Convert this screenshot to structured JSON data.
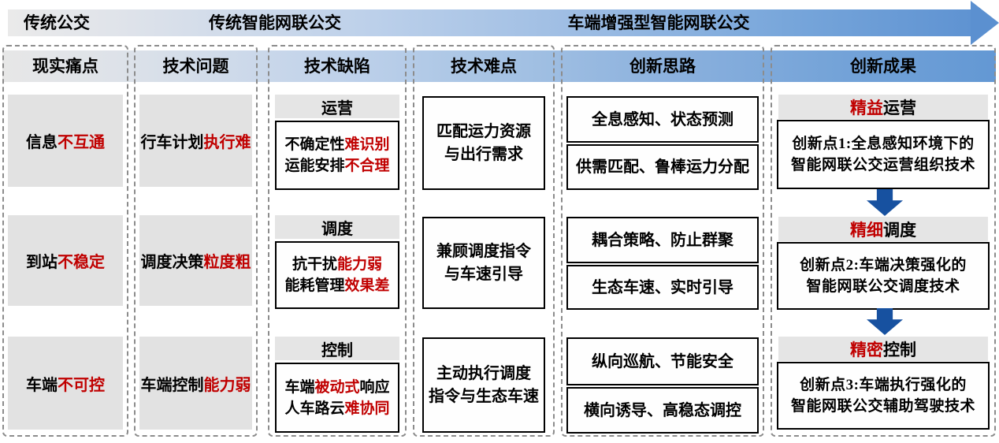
{
  "phases": [
    {
      "label": "传统公交"
    },
    {
      "label": "传统智能网联公交"
    },
    {
      "label": "车端增强型智能网联公交"
    }
  ],
  "columns": {
    "pain": {
      "header": "现实痛点",
      "rows": [
        {
          "text": [
            {
              "t": "信息"
            },
            {
              "t": "不互通",
              "red": true
            }
          ]
        },
        {
          "text": [
            {
              "t": "到站"
            },
            {
              "t": "不稳定",
              "red": true
            }
          ]
        },
        {
          "text": [
            {
              "t": "车端"
            },
            {
              "t": "不可控",
              "red": true
            }
          ]
        }
      ]
    },
    "problem": {
      "header": "技术问题",
      "rows": [
        {
          "text": [
            {
              "t": "行车计划"
            },
            {
              "t": "执行难",
              "red": true
            }
          ]
        },
        {
          "text": [
            {
              "t": "调度决策"
            },
            {
              "t": "粒度粗",
              "red": true
            }
          ]
        },
        {
          "text": [
            {
              "t": "车端控制"
            },
            {
              "t": "能力弱",
              "red": true
            }
          ]
        }
      ]
    },
    "defect": {
      "header": "技术缺陷",
      "rows": [
        {
          "label": "运营",
          "line1": [
            {
              "t": "不确定性"
            },
            {
              "t": "难识别",
              "red": true
            }
          ],
          "line2": [
            {
              "t": "运能安排"
            },
            {
              "t": "不合理",
              "red": true
            }
          ]
        },
        {
          "label": "调度",
          "line1": [
            {
              "t": "抗干扰"
            },
            {
              "t": "能力弱",
              "red": true
            }
          ],
          "line2": [
            {
              "t": "能耗管理"
            },
            {
              "t": "效果差",
              "red": true
            }
          ]
        },
        {
          "label": "控制",
          "line1": [
            {
              "t": "车端"
            },
            {
              "t": "被动式",
              "red": true
            },
            {
              "t": "响应"
            }
          ],
          "line2": [
            {
              "t": "人车路云"
            },
            {
              "t": "难协同",
              "red": true
            }
          ]
        }
      ]
    },
    "difficulty": {
      "header": "技术难点",
      "rows": [
        {
          "line1": "匹配运力资源",
          "line2": "与出行需求"
        },
        {
          "line1": "兼顾调度指令",
          "line2": "与车速引导"
        },
        {
          "line1": "主动执行调度",
          "line2": "指令与生态车速"
        }
      ]
    },
    "idea": {
      "header": "创新思路",
      "rows": [
        {
          "box1": "全息感知、状态预测",
          "box2": "供需匹配、鲁棒运力分配"
        },
        {
          "box1": "耦合策略、防止群聚",
          "box2": "生态车速、实时引导"
        },
        {
          "box1": "纵向巡航、节能安全",
          "box2": "横向诱导、高稳态调控"
        }
      ]
    },
    "result": {
      "header": "创新成果",
      "rows": [
        {
          "title": [
            {
              "t": "精益",
              "red": true
            },
            {
              "t": "运营"
            }
          ],
          "line1": "创新点1:全息感知环境下的",
          "line2": "智能网联公交运营组织技术"
        },
        {
          "title": [
            {
              "t": "精细",
              "red": true
            },
            {
              "t": "调度"
            }
          ],
          "line1": "创新点2:车端决策强化的",
          "line2": "智能网联公交调度技术"
        },
        {
          "title": [
            {
              "t": "精密",
              "red": true
            },
            {
              "t": "控制"
            }
          ],
          "line1": "创新点3:车端执行强化的",
          "line2": "智能网联公交辅助驾驶技术"
        }
      ]
    }
  },
  "colors": {
    "red_text": "#c00000",
    "down_arrow_blue": "#1751a0",
    "phase_gradient_start": "#eaeaea",
    "phase_gradient_end": "#5f93d2",
    "band_gradient_end": "#6398d4",
    "cell_gray": "#e2e2e2"
  }
}
